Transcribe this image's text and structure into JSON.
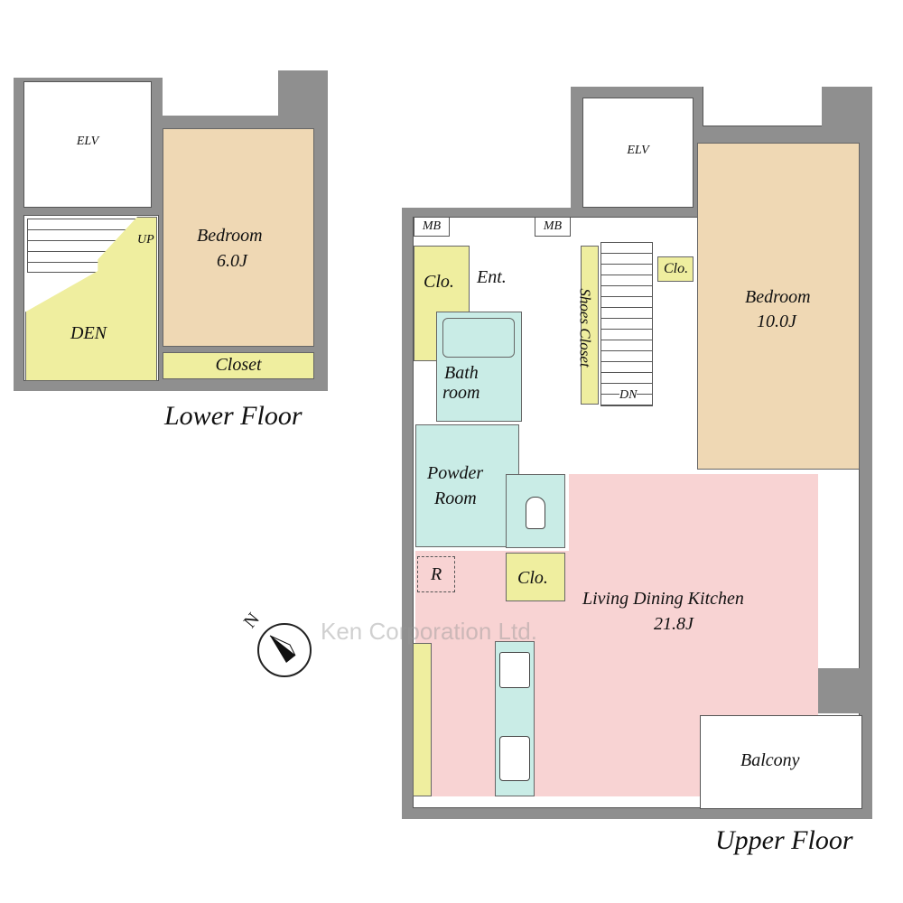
{
  "lower_floor": {
    "title": "Lower Floor",
    "rooms": {
      "elv": "ELV",
      "bedroom": "Bedroom",
      "bedroom_size": "6.0J",
      "closet": "Closet",
      "den": "DEN",
      "up": "UP"
    }
  },
  "upper_floor": {
    "title": "Upper Floor",
    "rooms": {
      "elv": "ELV",
      "mb1": "MB",
      "mb2": "MB",
      "clo1": "Clo.",
      "ent": "Ent.",
      "bath": "Bath",
      "bath2": "room",
      "powder": "Powder",
      "powder2": "Room",
      "r": "R",
      "clo2": "Clo.",
      "shoes": "Shoes Closet",
      "dn": "DN",
      "clo3": "Clo.",
      "bedroom": "Bedroom",
      "bedroom_size": "10.0J",
      "ldk": "Living Dining Kitchen",
      "ldk_size": "21.8J",
      "balcony": "Balcony"
    }
  },
  "compass": {
    "label": "N"
  },
  "watermark": "Ken Corporation Ltd.",
  "colors": {
    "wall": "#8f8f8f",
    "bedroom": "#efd8b4",
    "closet": "#efee9f",
    "wet": "#c9ece6",
    "living": "#f8d3d3"
  }
}
